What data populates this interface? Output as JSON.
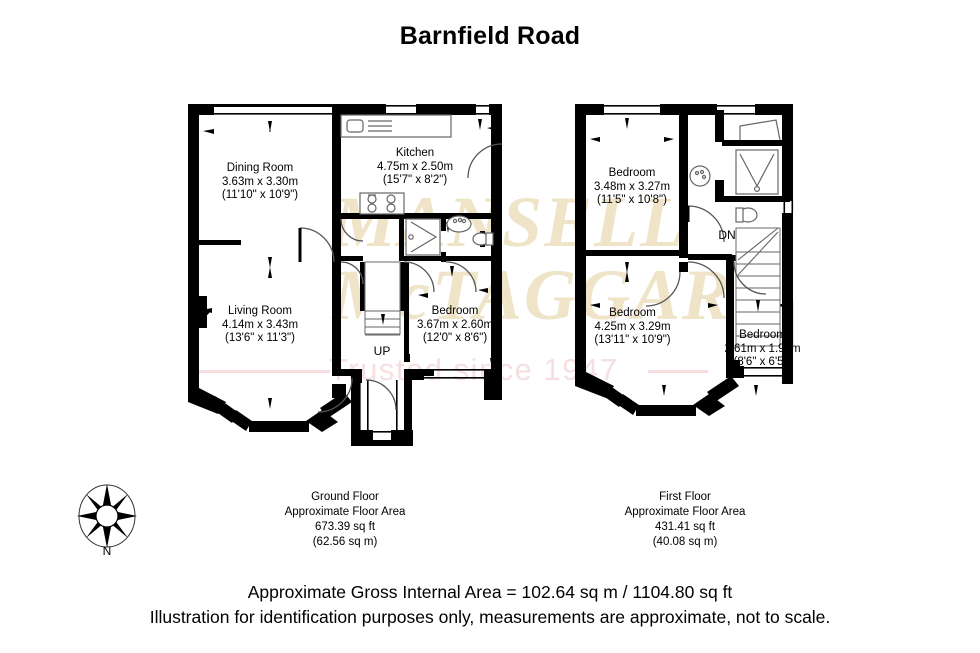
{
  "title": "Barnfield Road",
  "watermark": {
    "line1": "MANSELL",
    "line2": "McTAGGART",
    "tagline": "Trusted since 1947"
  },
  "compass": {
    "north_label": "N",
    "icon": "compass-rose-icon"
  },
  "ground_floor": {
    "rooms": [
      {
        "id": "dining-room",
        "name": "Dining Room",
        "metric": "3.63m x 3.30m",
        "imperial": "(11'10\" x 10'9\")"
      },
      {
        "id": "kitchen",
        "name": "Kitchen",
        "metric": "4.75m x 2.50m",
        "imperial": "(15'7\" x 8'2\")"
      },
      {
        "id": "living-room",
        "name": "Living Room",
        "metric": "4.14m x 3.43m",
        "imperial": "(13'6\" x 11'3\")"
      },
      {
        "id": "ground-bedroom",
        "name": "Bedroom",
        "metric": "3.67m x 2.60m",
        "imperial": "(12'0\" x 8'6\")"
      }
    ],
    "stair_label": "UP",
    "summary": {
      "floor_name": "Ground Floor",
      "area_caption": "Approximate Floor Area",
      "area_sqft": "673.39 sq ft",
      "area_sqm": "(62.56 sq m)"
    }
  },
  "first_floor": {
    "rooms": [
      {
        "id": "bedroom-1",
        "name": "Bedroom",
        "metric": "3.48m x 3.27m",
        "imperial": "(11'5\" x 10'8\")"
      },
      {
        "id": "bedroom-2",
        "name": "Bedroom",
        "metric": "4.25m x 3.29m",
        "imperial": "(13'11\" x 10'9\")"
      },
      {
        "id": "bedroom-3",
        "name": "Bedroom",
        "metric": "2.61m x 1.96m",
        "imperial": "(8'6\" x 6'5\")"
      }
    ],
    "stair_label": "DN",
    "summary": {
      "floor_name": "First Floor",
      "area_caption": "Approximate Floor Area",
      "area_sqft": "431.41 sq ft",
      "area_sqm": "(40.08 sq m)"
    }
  },
  "footer": {
    "gross_area": "Approximate Gross Internal Area = 102.64 sq m / 1104.80 sq ft",
    "disclaimer": "Illustration for identification purposes only, measurements are approximate, not to scale."
  },
  "colors": {
    "wall": "#000000",
    "watermark_gold": "#efe3c8",
    "watermark_pink": "#f6dfe0",
    "background": "#ffffff"
  }
}
